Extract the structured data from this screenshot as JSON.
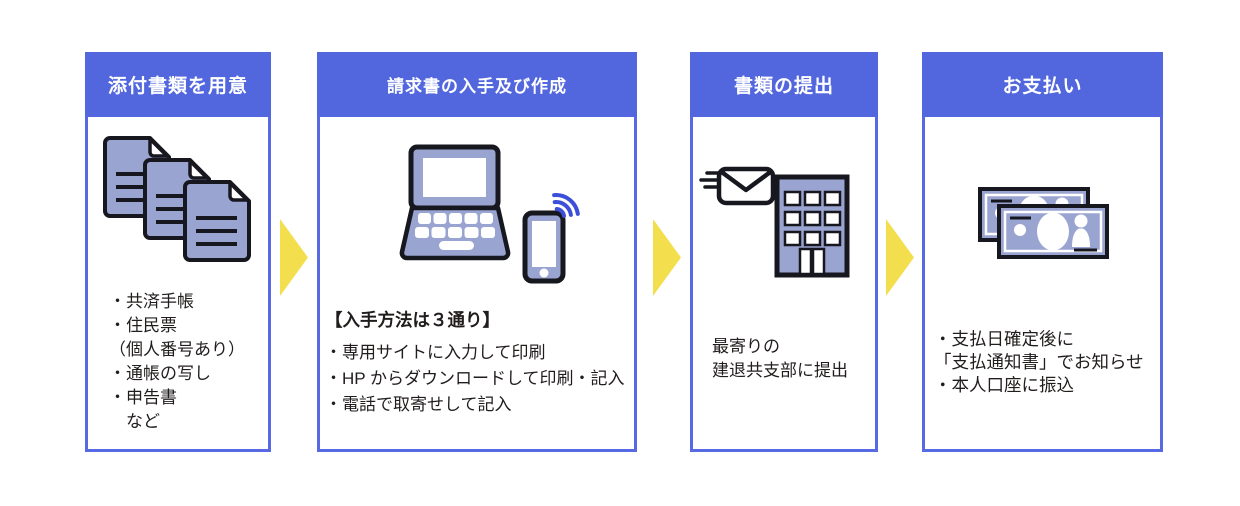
{
  "colors": {
    "header_blue": "#5267dd",
    "panel_border_blue": "#5769e3",
    "icon_fill_periwinkle": "#9aa4d0",
    "icon_outline_dark": "#17171f",
    "arrow_yellow": "#f3df4e",
    "wifi_blue": "#3c4fd8",
    "text_dark": "#211d1c"
  },
  "steps": [
    {
      "title": "添付書類を用意",
      "icon": "documents-icon",
      "lines": [
        "・共済手帳",
        "・住民票",
        "（個人番号あり）",
        "・通帳の写し",
        "・申告書",
        "　など"
      ]
    },
    {
      "title": "請求書の入手及び作成",
      "icon": "laptop-smartphone-icon",
      "heading": "【入手方法は３通り】",
      "lines": [
        "・専用サイトに入力して印刷",
        "・HP からダウンロードして印刷・記入",
        "・電話で取寄せして記入"
      ]
    },
    {
      "title": "書類の提出",
      "icon": "mail-building-icon",
      "lines": [
        "最寄りの",
        "建退共支部に提出"
      ]
    },
    {
      "title": "お支払い",
      "icon": "banknotes-icon",
      "lines": [
        "・支払日確定後に",
        "「支払通知書」でお知らせ",
        "・本人口座に振込"
      ]
    }
  ]
}
